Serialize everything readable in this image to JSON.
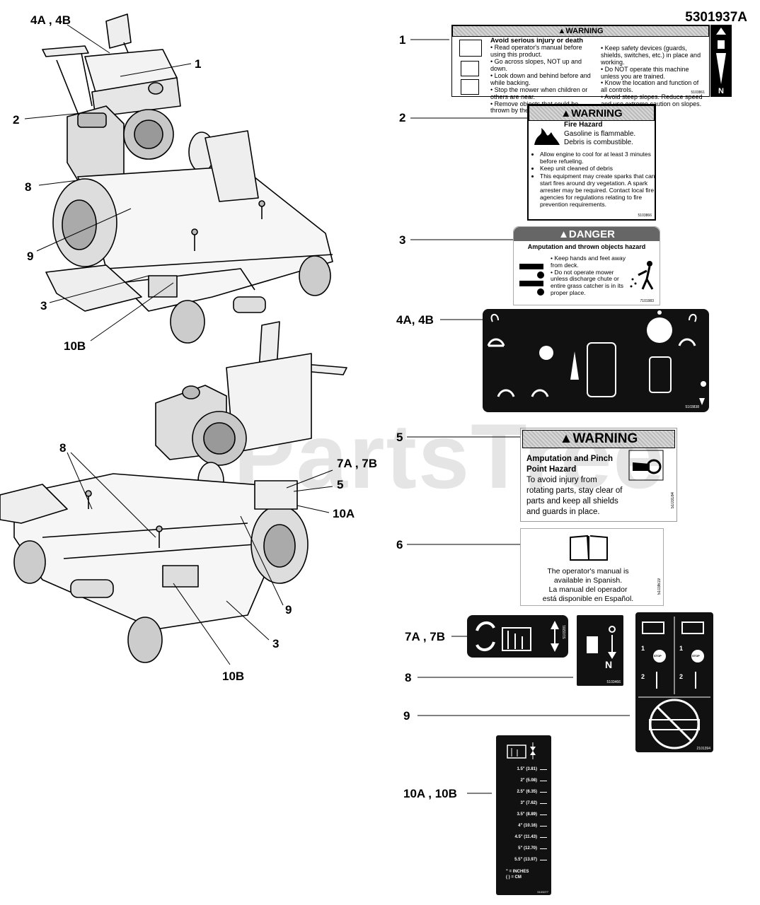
{
  "part_number": "5301937A",
  "watermark": "PartsTree",
  "callouts_top": {
    "c4ab": "4A , 4B",
    "c1": "1",
    "c2": "2",
    "c8": "8",
    "c9": "9",
    "c3": "3",
    "c10b": "10B"
  },
  "callouts_bottom": {
    "c8": "8",
    "c7ab": "7A , 7B",
    "c5": "5",
    "c10a": "10A",
    "c9": "9",
    "c3": "3",
    "c10b": "10B"
  },
  "decal_labels": {
    "d1": "1",
    "d2": "2",
    "d3": "3",
    "d4": "4A, 4B",
    "d5": "5",
    "d6": "6",
    "d7": "7A , 7B",
    "d8": "8",
    "d9": "9",
    "d10": "10A , 10B"
  },
  "decal1": {
    "header": "▲WARNING",
    "title": "Avoid serious injury or death",
    "left_items": [
      "• Read operator's manual before using this product.",
      "• Go across slopes, NOT up and down.",
      "• Look down and behind before and while backing.",
      "• Stop the mower when children or others are near.",
      "• Remove objects that could be thrown by the blade."
    ],
    "right_items": [
      "• Keep safety devices (guards, shields, switches, etc.) in place and working.",
      "• Do NOT operate this machine unless you are trained.",
      "• Know the location and function of all controls.",
      "• Avoid steep slopes. Reduce speed and use extreme caution on slopes."
    ],
    "arrow_letter": "N",
    "code": "5103861"
  },
  "decal2": {
    "header": "▲WARNING",
    "title": "Fire Hazard",
    "line1": "Gasoline is flammable.",
    "line2": "Debris is combustible.",
    "items": [
      "Allow engine to cool for at least 3 minutes before refueling.",
      "Keep unit cleaned of debris",
      "This equipment may create sparks that can start fires around dry vegetation. A spark arrester may be required. Contact local fire agencies for regulations relating to fire prevention requirements."
    ],
    "code": "5103866"
  },
  "decal3": {
    "header": "▲DANGER",
    "subheader": "Amputation and thrown objects hazard",
    "item1": "• Keep hands and feet away from deck.",
    "item2": "• Do not operate mower unless discharge chute or entire grass catcher is in its proper place.",
    "code": "7101983"
  },
  "decal4": {
    "code": "5103838"
  },
  "decal5": {
    "header": "▲WARNING",
    "title": "Amputation and Pinch Point Hazard",
    "body": "To avoid injury from rotating parts, stay clear of parts and keep all shields and guards in place.",
    "code": "5103184"
  },
  "decal6": {
    "line1": "The operator's manual is",
    "line2": "available in Spanish.",
    "line3": "La manual del operador",
    "line4": "está disponible en Español.",
    "code": "5103619"
  },
  "decal7": {
    "code": "5103281"
  },
  "decal8": {
    "letter": "N",
    "code": "5103466"
  },
  "decal9": {
    "step1": "1",
    "step2": "2",
    "stop": "STOP",
    "code": "2101394"
  },
  "decal10": {
    "heights": [
      "1.5\" (3.81)",
      "2\" (5.08)",
      "2.5\" (6.35)",
      "3\" (7.62)",
      "3.5\" (8.89)",
      "4\" (10.16)",
      "4.5\" (11.43)",
      "5\" (12.70)",
      "5.5\" (13.97)"
    ],
    "legend1": "\" = INCHES",
    "legend2": "( ) = CM",
    "code": "5103277"
  }
}
